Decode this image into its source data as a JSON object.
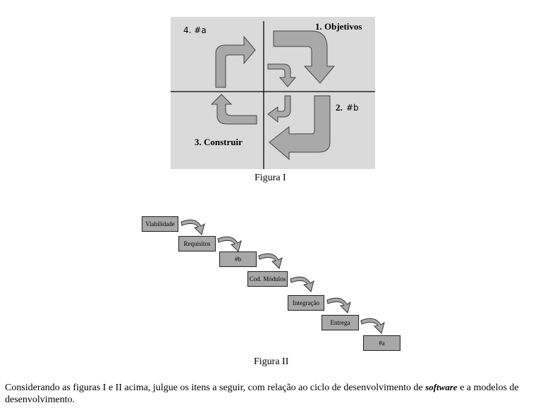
{
  "figure1": {
    "quadrant_labels": {
      "top_left": "4. #a",
      "top_right": "1. Objetivos",
      "bottom_right_num": "2.",
      "bottom_right_text": "#b",
      "bottom_left": "3. Construir"
    },
    "caption": "Figura I"
  },
  "figure2": {
    "steps": [
      "Viabilidade",
      "Requisitos",
      "#b",
      "Cod. Módulos",
      "Integração",
      "Entrega",
      "#a"
    ],
    "caption": "Figura II"
  },
  "question": {
    "before_italic": "Considerando as figuras I e II acima,  julgue os itens a seguir, com relação ao ciclo de desenvolvimento de ",
    "italic": "software",
    "after_italic": " e a  modelos de desenvolvimento."
  },
  "colors": {
    "panel": "#dadada",
    "arrow_fill": "#a9a9a9",
    "box_fill": "#a8a8a8"
  }
}
